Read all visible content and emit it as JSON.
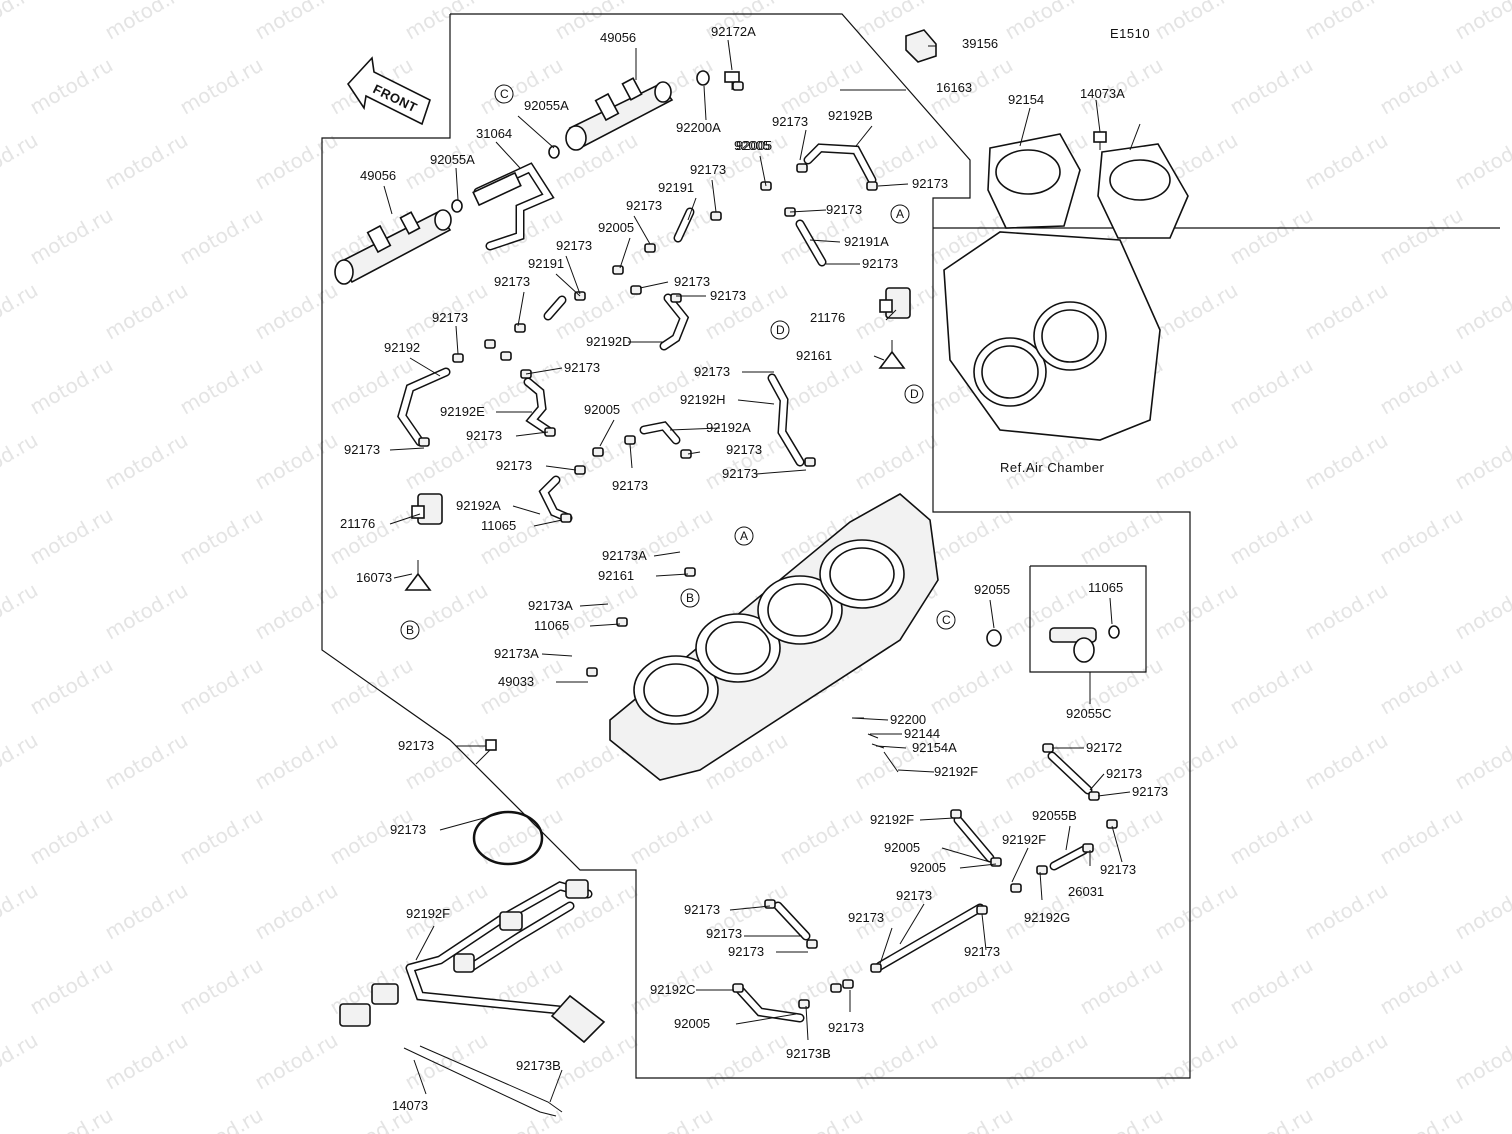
{
  "diagram_code": "E1510",
  "front_label": "FRONT",
  "ref_label": "Ref.Air Chamber",
  "watermark": "motod.ru",
  "labels": [
    {
      "id": "l0",
      "text": "49056"
    },
    {
      "id": "l1",
      "text": "92172A"
    },
    {
      "id": "l2",
      "text": "39156"
    },
    {
      "id": "l3",
      "text": "16163"
    },
    {
      "id": "l4",
      "text": "92055A"
    },
    {
      "id": "l5",
      "text": "92200A"
    },
    {
      "id": "l6",
      "text": "31064"
    },
    {
      "id": "l7",
      "text": "92055A"
    },
    {
      "id": "l8",
      "text": "49056"
    },
    {
      "id": "l9",
      "text": "92173"
    },
    {
      "id": "l10",
      "text": "92192B"
    },
    {
      "id": "l11",
      "text": "92005"
    },
    {
      "id": "l12",
      "text": "92173"
    },
    {
      "id": "l13",
      "text": "92191"
    },
    {
      "id": "l14",
      "text": "92173"
    },
    {
      "id": "l15",
      "text": "92173"
    },
    {
      "id": "l16",
      "text": "92005"
    },
    {
      "id": "l17",
      "text": "92173"
    },
    {
      "id": "l18",
      "text": "92191A"
    },
    {
      "id": "l19",
      "text": "92173"
    },
    {
      "id": "l20",
      "text": "92191"
    },
    {
      "id": "l21",
      "text": "92173"
    },
    {
      "id": "l22",
      "text": "92173"
    },
    {
      "id": "l23",
      "text": "92173"
    },
    {
      "id": "l24",
      "text": "92005"
    },
    {
      "id": "l25",
      "text": "92173"
    },
    {
      "id": "l26",
      "text": "92192D"
    },
    {
      "id": "l27",
      "text": "21176"
    },
    {
      "id": "l28",
      "text": "92192"
    },
    {
      "id": "l29",
      "text": "92161"
    },
    {
      "id": "l30",
      "text": "92173"
    },
    {
      "id": "l31",
      "text": "92173"
    },
    {
      "id": "l32",
      "text": "92192E"
    },
    {
      "id": "l33",
      "text": "92192H"
    },
    {
      "id": "l34",
      "text": "92005"
    },
    {
      "id": "l35",
      "text": "92173"
    },
    {
      "id": "l36",
      "text": "92192A"
    },
    {
      "id": "l37",
      "text": "92173"
    },
    {
      "id": "l38",
      "text": "92173"
    },
    {
      "id": "l39",
      "text": "92173"
    },
    {
      "id": "l40",
      "text": "92173"
    },
    {
      "id": "l41",
      "text": "92173"
    },
    {
      "id": "l42",
      "text": "92192A"
    },
    {
      "id": "l43",
      "text": "21176"
    },
    {
      "id": "l44",
      "text": "92173"
    },
    {
      "id": "l45",
      "text": "11065"
    },
    {
      "id": "l46",
      "text": "92173A"
    },
    {
      "id": "l47",
      "text": "92161"
    },
    {
      "id": "l48",
      "text": "16073"
    },
    {
      "id": "l49",
      "text": "92055"
    },
    {
      "id": "l50",
      "text": "11065"
    },
    {
      "id": "l51",
      "text": "92173A"
    },
    {
      "id": "l52",
      "text": "11065"
    },
    {
      "id": "l53",
      "text": "92173A"
    },
    {
      "id": "l54",
      "text": "49033"
    },
    {
      "id": "l55",
      "text": "92055C"
    },
    {
      "id": "l56",
      "text": "92200"
    },
    {
      "id": "l57",
      "text": "92144"
    },
    {
      "id": "l58",
      "text": "92154A"
    },
    {
      "id": "l59",
      "text": "92173"
    },
    {
      "id": "l60",
      "text": "92172"
    },
    {
      "id": "l61",
      "text": "92192F"
    },
    {
      "id": "l62",
      "text": "92173"
    },
    {
      "id": "l63",
      "text": "92173"
    },
    {
      "id": "l64",
      "text": "92192F"
    },
    {
      "id": "l65",
      "text": "92005"
    },
    {
      "id": "l66",
      "text": "92055B"
    },
    {
      "id": "l67",
      "text": "92192F"
    },
    {
      "id": "l68",
      "text": "92173"
    },
    {
      "id": "l69",
      "text": "92005"
    },
    {
      "id": "l70",
      "text": "92173"
    },
    {
      "id": "l71",
      "text": "92192G"
    },
    {
      "id": "l72",
      "text": "92173"
    },
    {
      "id": "l73",
      "text": "26031"
    },
    {
      "id": "l74",
      "text": "92173"
    },
    {
      "id": "l75",
      "text": "92173"
    },
    {
      "id": "l76",
      "text": "92192F"
    },
    {
      "id": "l77",
      "text": "92173"
    },
    {
      "id": "l78",
      "text": "92173"
    },
    {
      "id": "l79",
      "text": "92173"
    },
    {
      "id": "l80",
      "text": "92192C"
    },
    {
      "id": "l81",
      "text": "92005"
    },
    {
      "id": "l82",
      "text": "92173"
    },
    {
      "id": "l83",
      "text": "92173B"
    },
    {
      "id": "l84",
      "text": "92173B"
    },
    {
      "id": "l85",
      "text": "14073"
    },
    {
      "id": "l86",
      "text": "92154"
    },
    {
      "id": "l87",
      "text": "14073A"
    }
  ],
  "circle_refs": [
    {
      "id": "c0",
      "text": "C"
    },
    {
      "id": "c1",
      "text": "A"
    },
    {
      "id": "c2",
      "text": "D"
    },
    {
      "id": "c3",
      "text": "D"
    },
    {
      "id": "c4",
      "text": "A"
    },
    {
      "id": "c5",
      "text": "B"
    },
    {
      "id": "c6",
      "text": "C"
    },
    {
      "id": "c7",
      "text": "B"
    }
  ]
}
